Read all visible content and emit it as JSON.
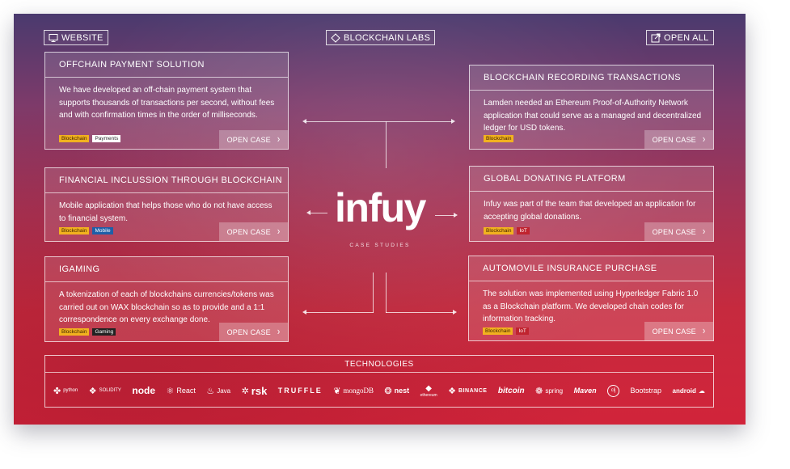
{
  "top": {
    "website_label": "WEBSITE",
    "labs_label": "BLOCKCHAIN LABS",
    "open_all_label": "OPEN ALL"
  },
  "brand": {
    "logo": "infuy",
    "subtitle": "CASE STUDIES"
  },
  "open_case_label": "OPEN CASE",
  "cards": [
    {
      "title": "OFFCHAIN PAYMENT SOLUTION",
      "description": "We have developed an off-chain payment system that supports thousands of transactions per second, without fees and with confirmation times in the order of milliseconds.",
      "tags": [
        "Blockchain",
        "Payments"
      ]
    },
    {
      "title": "FINANCIAL INCLUSSION  THROUGH BLOCKCHAIN",
      "description": "Mobile application that helps those who do not have access to financial system.",
      "tags": [
        "Blockchain",
        "Mobile"
      ]
    },
    {
      "title": "IGAMING",
      "description": "A tokenization of each of blockchains currencies/tokens was carried out on WAX blockchain so as to provide and a 1:1 correspondence on every exchange done.",
      "tags": [
        "Blockchain",
        "Gaming"
      ]
    },
    {
      "title": "BLOCKCHAIN RECORDING TRANSACTIONS",
      "description": "Lamden needed an Ethereum Proof-of-Authority Network application that could serve as a managed and decentralized ledger for USD tokens.",
      "tags": [
        "Blockchain"
      ]
    },
    {
      "title": "GLOBAL DONATING PLATFORM",
      "description": "Infuy was part of the team that developed an application for accepting global donations.",
      "tags": [
        "Blockchain",
        "IoT"
      ]
    },
    {
      "title": "AUTOMOVILE INSURANCE PURCHASE",
      "description": "The solution was implemented using Hyperledger Fabric 1.0 as a Blockchain platform. We developed chain codes for information tracking.",
      "tags": [
        "Blockchain",
        "IoT"
      ]
    }
  ],
  "technologies": {
    "title": "TECHNOLOGIES",
    "logos": [
      "python",
      "SOLIDITY",
      "node",
      "React",
      "Java",
      "rsk",
      "TRUFFLE",
      "mongoDB",
      "nest",
      "ethereum",
      "BINANCE",
      "bitcoin",
      "spring",
      "Maven",
      "clj",
      "Bootstrap",
      "android"
    ]
  },
  "colors": {
    "background_top": "#4a3a6e",
    "background_bottom": "#d1243a",
    "tag_blockchain": "#f2b21f",
    "tag_mobile": "#1e5fa8",
    "tag_iot": "#c0242f",
    "tag_gaming": "#222222",
    "tag_payments": "#ffffff"
  }
}
